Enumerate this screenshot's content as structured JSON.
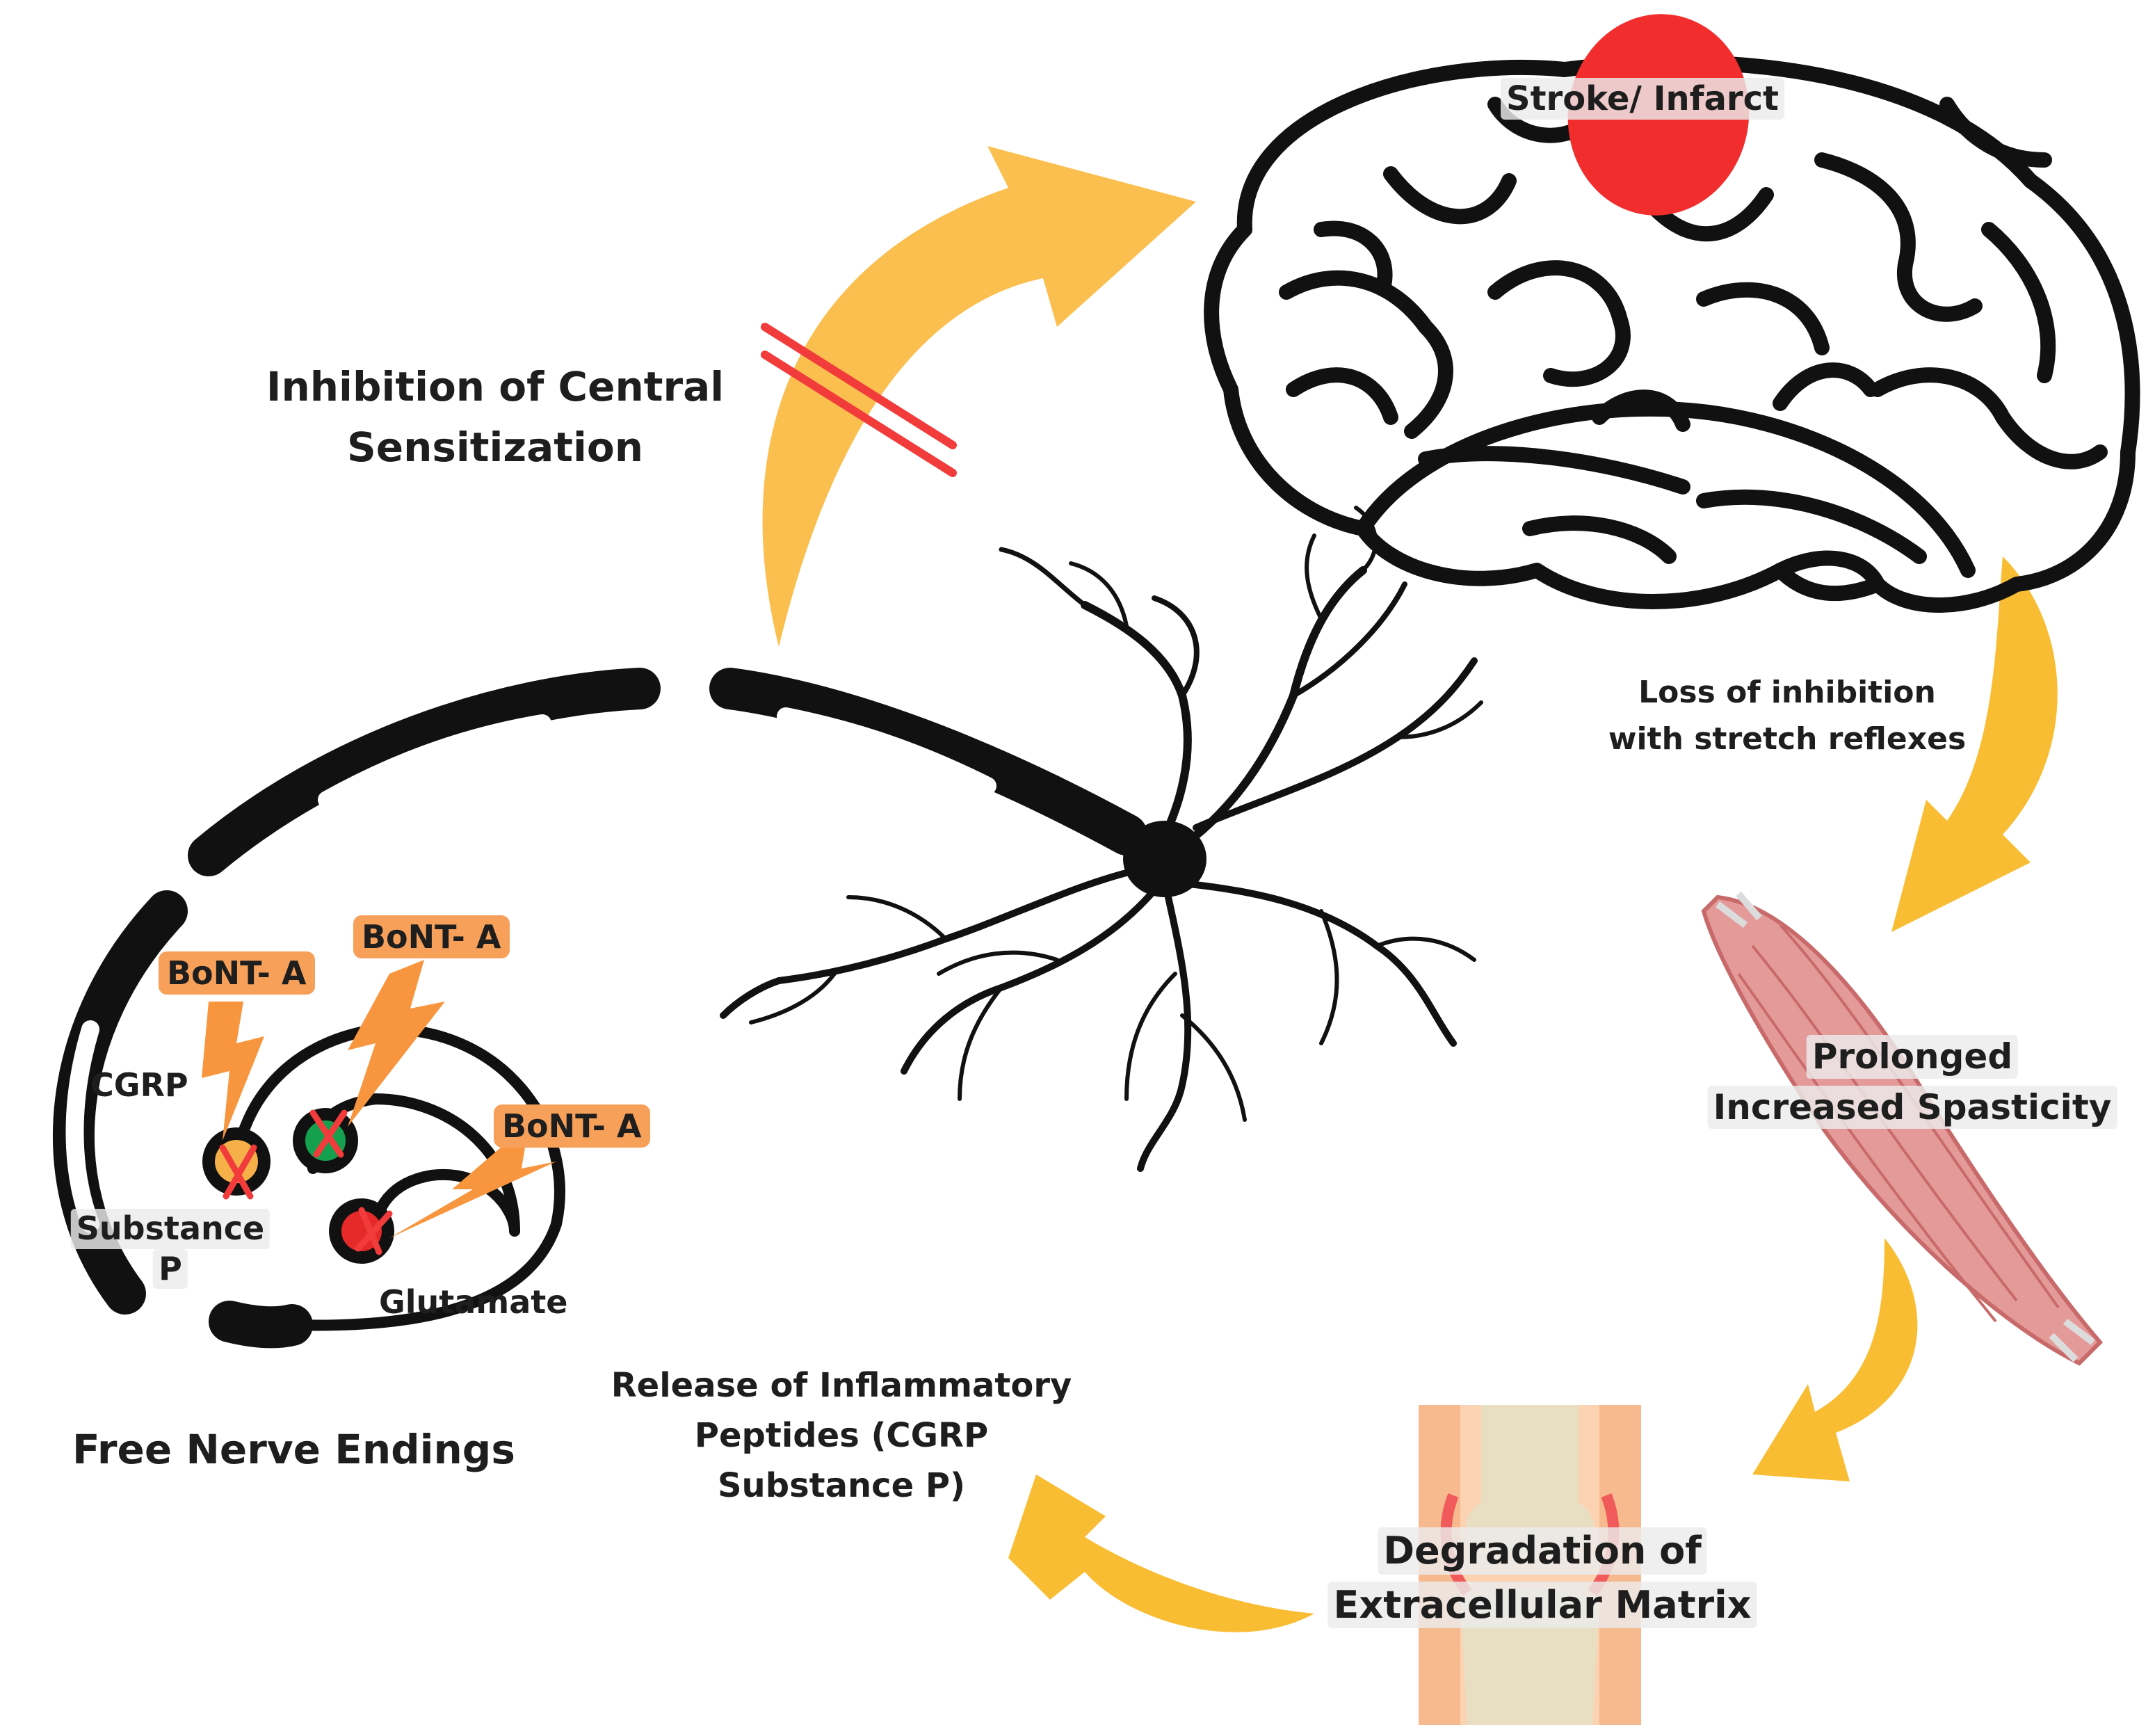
{
  "labels": {
    "stroke": "Stroke/ Infarct",
    "inhibition_line1": "Inhibition of Central",
    "inhibition_line2": "Sensitization",
    "loss_line1": "Loss of inhibition",
    "loss_line2": "with stretch reflexes",
    "spasticity_line1": "Prolonged",
    "spasticity_line2": "Increased Spasticity",
    "degradation_line1": "Degradation of",
    "degradation_line2": "Extracellular Matrix",
    "release_line1": "Release of Inflammatory",
    "release_line2": "Peptides (CGRP",
    "release_line3": "Substance P)",
    "free_nerve": "Free Nerve Endings",
    "cgrp": "CGRP",
    "substance_p_line1": "Substance",
    "substance_p_line2": "P",
    "glutamate": "Glutamate",
    "bont_1": "BoNT- A",
    "bont_2": "BoNT- A",
    "bont_3": "BoNT- A"
  },
  "colors": {
    "arrow": "#f9bd34",
    "arrow_light": "#fbbf50",
    "infarct": "#f22d2d",
    "block": "#f23b3b",
    "bont_badge": "#f7a05a",
    "bolt": "#f7963f",
    "cgrp_vesicle": "#f5b04a",
    "substance_p_vesicle": "#14a04e",
    "glutamate_vesicle": "#e62a2a",
    "muscle": "#e59a9a",
    "joint_bg": "#fbd3b2",
    "bone": "#e8dfc2"
  }
}
